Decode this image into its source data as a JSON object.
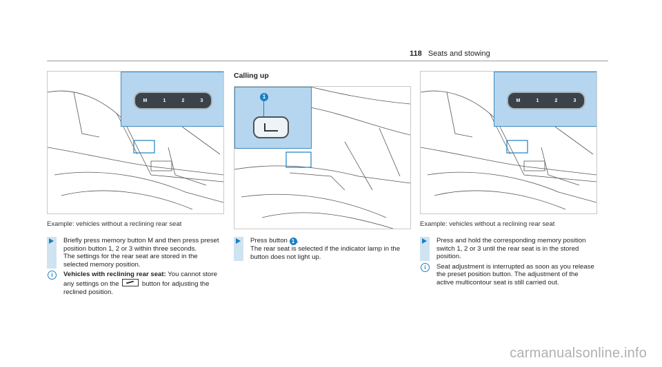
{
  "header": {
    "page_number": "118",
    "section": "Seats and stowing"
  },
  "fig1": {
    "caption": "Example: vehicles without a reclining rear seat",
    "buttons": [
      "M",
      "1",
      "2",
      "3"
    ]
  },
  "fig2": {
    "callout": "1"
  },
  "fig3": {
    "caption": "Example: vehicles without a reclining rear seat",
    "buttons": [
      "M",
      "1",
      "2",
      "3"
    ]
  },
  "col1": {
    "step": "Briefly press memory button M and then press preset position button 1, 2 or 3 within three seconds.",
    "step_followup": "The settings for the rear seat are stored in the selected memory position.",
    "note_bold": "Vehicles with reclining rear seat:",
    "note_a": " You cannot store any settings on the ",
    "note_b": " button for adjusting the reclined position."
  },
  "col2": {
    "heading": "Calling up",
    "step_prefix": "Press button ",
    "step_badge": "1",
    "step_suffix": ".",
    "step_followup": "The rear seat is selected if the indicator lamp in the button does not light up."
  },
  "col3": {
    "step": "Press and hold the corresponding memory position switch 1, 2 or 3 until the rear seat is in the stored position.",
    "note": "Seat adjustment is interrupted as soon as you release the preset position button. The adjustment of the active multicontour seat is still carried out."
  },
  "colors": {
    "accent": "#1a7fc1",
    "inset_fill": "#b5d6ee",
    "step_bar": "#cfe3f1"
  },
  "icons": {
    "step": "arrow-right-icon",
    "note": "info-icon",
    "seat": "seat-recline-icon"
  },
  "watermark": "carmanualsonline.info"
}
